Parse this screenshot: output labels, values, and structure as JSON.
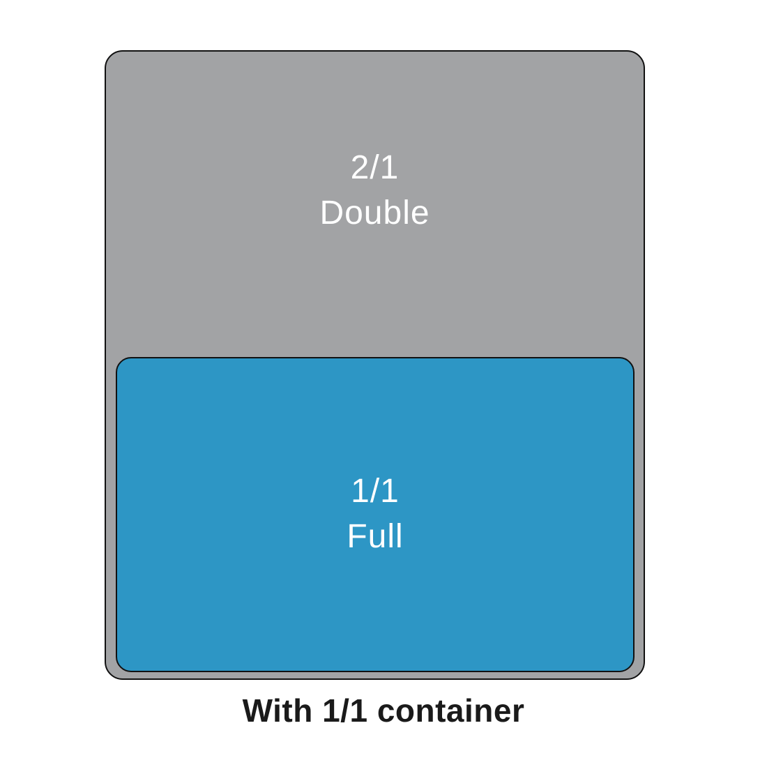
{
  "diagram": {
    "double_pan": {
      "size": "2/1",
      "label": "Double",
      "color": "#a2a3a5"
    },
    "full_pan": {
      "size": "1/1",
      "label": "Full",
      "color": "#2d96c5"
    },
    "caption": "With 1/1 container"
  },
  "colors": {
    "background": "#ffffff",
    "outline": "#111111",
    "pan_text": "#ffffff",
    "caption_text": "#1a1a1a"
  }
}
